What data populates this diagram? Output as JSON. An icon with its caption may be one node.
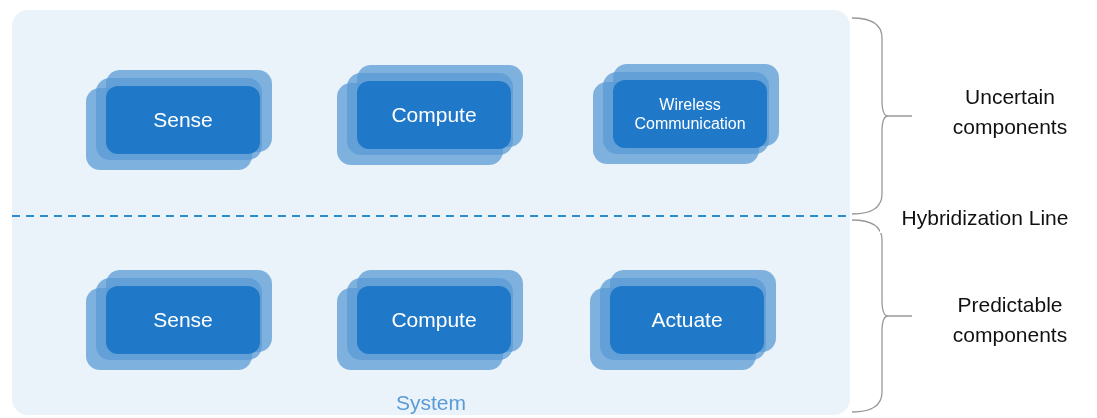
{
  "diagram": {
    "nodes": [
      {
        "text": [
          "System"
        ]
      },
      {
        "text": [
          "Sense"
        ],
        "in": 0
      },
      {
        "text": [
          "Compute"
        ],
        "in": 0
      },
      {
        "text": [
          "Wireless Communication"
        ],
        "in": 0
      },
      {
        "text": [
          "Sense"
        ],
        "in": 0
      },
      {
        "text": [
          "Compute"
        ],
        "in": 0
      },
      {
        "text": [
          "Actuate"
        ],
        "in": 0
      }
    ],
    "edges": [],
    "labels": [
      "Uncertain components",
      "Hybridization Line",
      "Predictable components"
    ]
  }
}
